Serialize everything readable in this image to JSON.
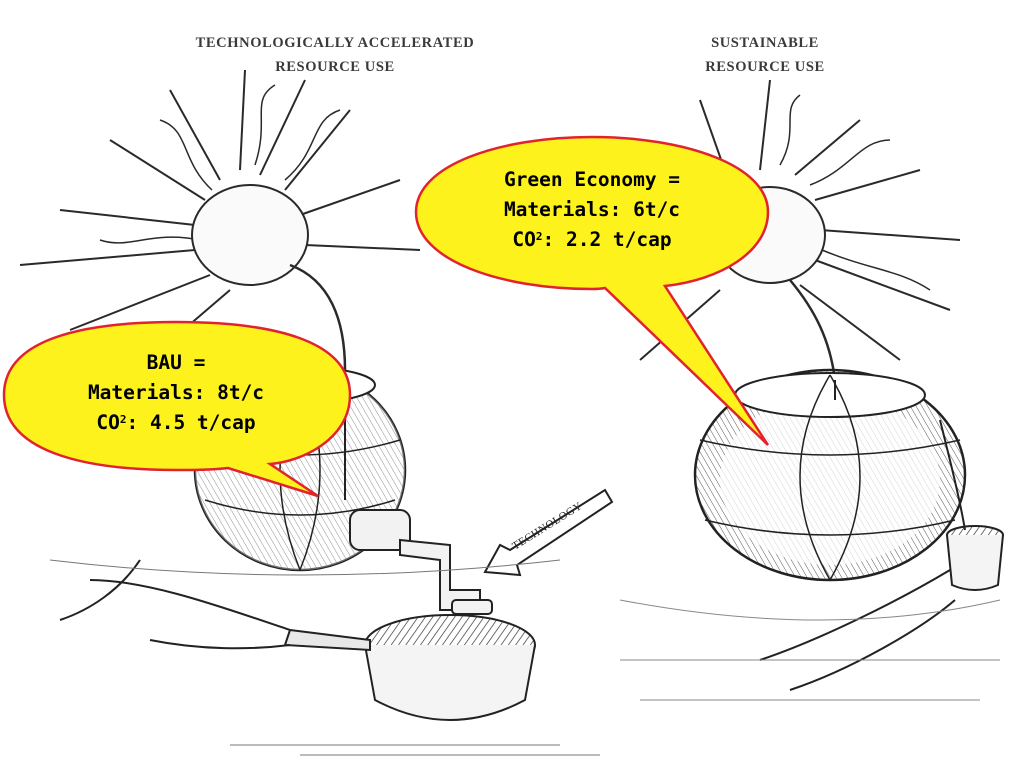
{
  "left_heading": [
    "TECHNOLOGICALLY ACCELERATED",
    "RESOURCE USE"
  ],
  "right_heading": [
    "SUSTAINABLE",
    "RESOURCE USE"
  ],
  "bau_bubble": {
    "line1": "BAU =",
    "line2": "Materials: 8t/c",
    "line3_prefix": "CO",
    "line3_sup": "2",
    "line3_suffix": ": 4.5 t/cap"
  },
  "green_bubble": {
    "line1": "Green Economy =",
    "line2": "Materials: 6t/c",
    "line3_prefix": "CO",
    "line3_sup": "2",
    "line3_suffix": ": 2.2 t/cap"
  },
  "technology_label": "TECHNOLOGY",
  "colors": {
    "bubble_fill": "#fdf21c",
    "bubble_stroke": "#e0232e",
    "ink": "#2a2a2a"
  }
}
